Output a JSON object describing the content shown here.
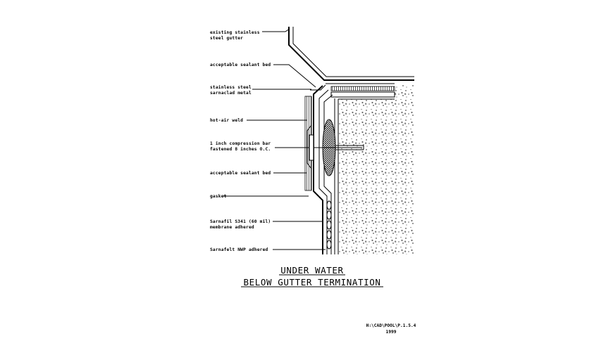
{
  "labels": {
    "gutter_line1": "existing stainless",
    "gutter_line2": "steel gutter",
    "sealant_top": "acceptable sealant bed",
    "steel_line1": "stainless steel",
    "steel_line2": "sarnaclad metal",
    "weld": "hot-air weld",
    "bar_line1": "1 inch compression bar",
    "bar_line2": "fastened 8 inches O.C.",
    "sealant_bottom": "acceptable sealant bed",
    "gasket": "gasket",
    "membrane_line1": "Sarnafil S341 (60 mil)",
    "membrane_line2": "membrane adhered",
    "felt": "Sarnafelt NWP adhered"
  },
  "title": {
    "line1": "UNDER WATER",
    "line2": "BELOW GUTTER TERMINATION"
  },
  "reference": {
    "path": "H:\\CAD\\POOL\\P.1.5.4",
    "year": "1999"
  }
}
